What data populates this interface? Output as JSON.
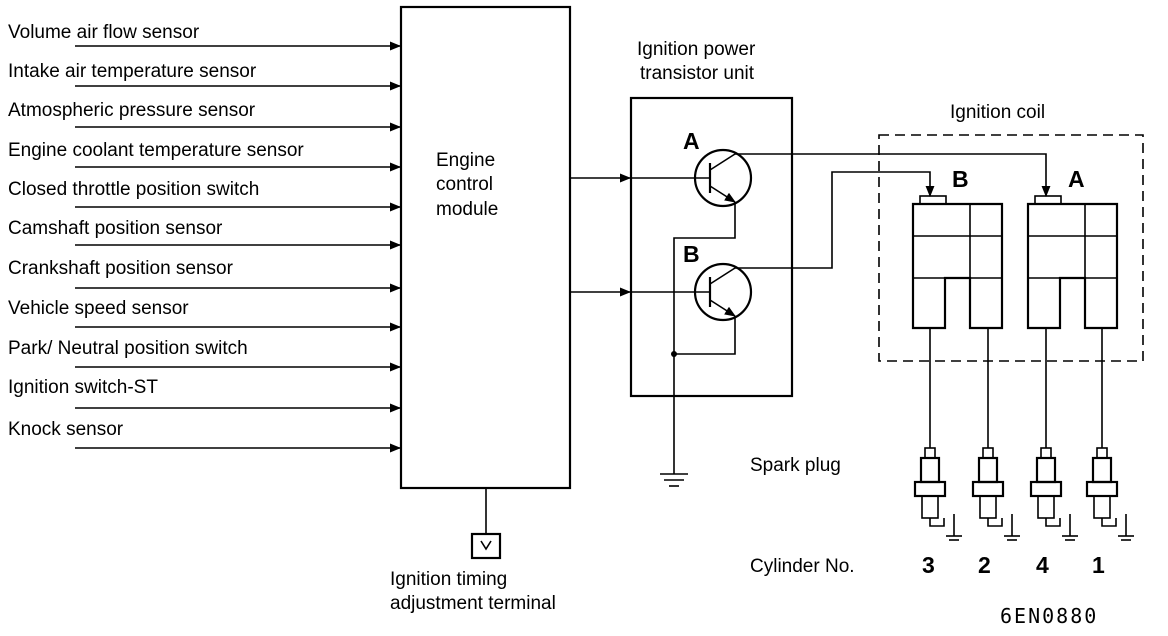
{
  "inputs": [
    "Volume air flow sensor",
    "Intake air temperature sensor",
    "Atmospheric pressure sensor",
    "Engine coolant temperature sensor",
    "Closed throttle position switch",
    "Camshaft position sensor",
    "Crankshaft position sensor",
    "Vehicle speed sensor",
    "Park/ Neutral position switch",
    "Ignition switch-ST",
    "Knock sensor"
  ],
  "ecm": {
    "line1": "Engine",
    "line2": "control",
    "line3": "module"
  },
  "transistor_unit": {
    "line1": "Ignition power",
    "line2": "transistor unit",
    "label_a": "A",
    "label_b": "B"
  },
  "ignition_coil": {
    "title": "Ignition coil",
    "label_b": "B",
    "label_a": "A"
  },
  "timing_terminal": {
    "line1": "Ignition timing",
    "line2": "adjustment terminal"
  },
  "spark_plug_label": "Spark plug",
  "cylinder_label": "Cylinder No.",
  "cylinders": [
    "3",
    "2",
    "4",
    "1"
  ],
  "figure_code": "6EN0880"
}
